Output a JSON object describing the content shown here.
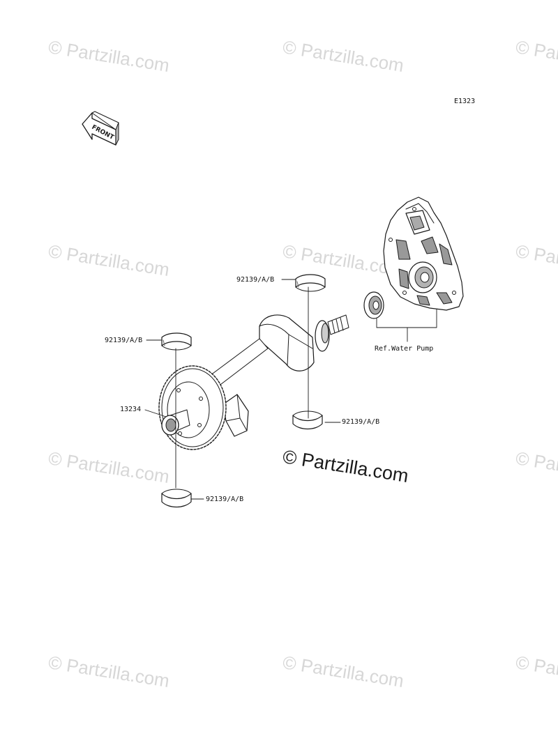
{
  "diagram_code": "E1323",
  "watermark_text": "© Partzilla.com",
  "center_watermark_text": "© Partzilla.com",
  "front_arrow_label": "FRONT",
  "callouts": [
    {
      "name": "callout-bearing-upper-right",
      "text": "92139/A/B"
    },
    {
      "name": "callout-bearing-upper-left",
      "text": "92139/A/B"
    },
    {
      "name": "callout-balancer-gear",
      "text": "13234"
    },
    {
      "name": "callout-bearing-lower-right",
      "text": "92139/A/B"
    },
    {
      "name": "callout-bearing-lower-left",
      "text": "92139/A/B"
    },
    {
      "name": "callout-water-pump-ref",
      "text": "Ref.Water Pump"
    }
  ],
  "colors": {
    "line": "#1a1a1a",
    "shade": "#8c8c8c",
    "light": "#d0d0d0",
    "watermark": "#d7d7d7"
  }
}
